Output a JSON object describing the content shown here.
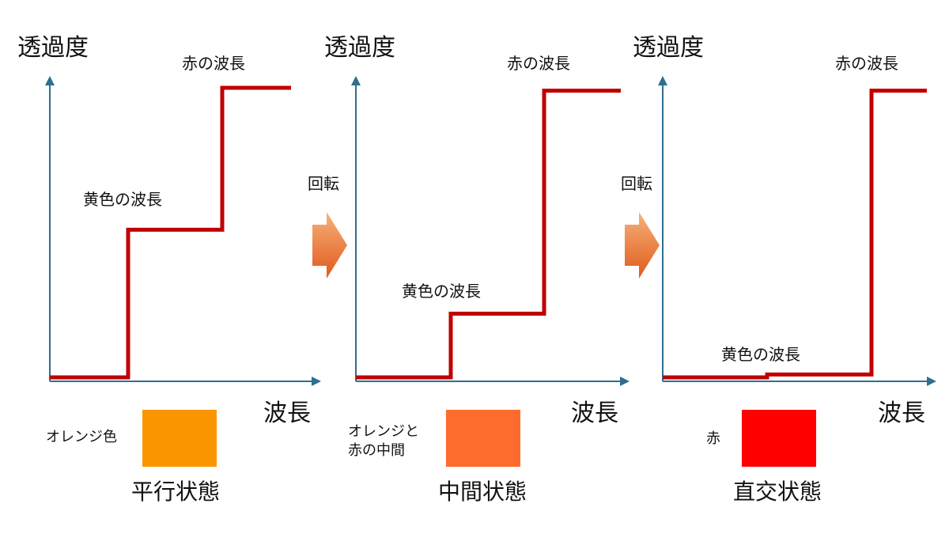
{
  "axes": {
    "y_label": "透過度",
    "x_label": "波長"
  },
  "rotation_label": "回転",
  "colors": {
    "axis": "#2e6f8e",
    "curve": "#c00000",
    "arrow_light": "#f6b27d",
    "arrow_dark": "#e05a1a"
  },
  "panels": [
    {
      "state": "平行状態",
      "yellow_label": "黄色の波長",
      "red_label": "赤の波長",
      "swatch_label": "オレンジ色",
      "swatch_color": "#fb9600",
      "transmittance": {
        "low": 0.0,
        "yellow": 0.51,
        "red": 1.0
      }
    },
    {
      "state": "中間状態",
      "yellow_label": "黄色の波長",
      "red_label": "赤の波長",
      "swatch_label": "オレンジと\n赤の中間",
      "swatch_color": "#ff6b2c",
      "transmittance": {
        "low": 0.0,
        "yellow": 0.22,
        "red": 0.99
      }
    },
    {
      "state": "直交状態",
      "yellow_label": "黄色の波長",
      "red_label": "赤の波長",
      "swatch_label": "赤",
      "swatch_color": "#ff0000",
      "transmittance": {
        "low": 0.0,
        "yellow": 0.01,
        "red": 0.99
      }
    }
  ]
}
